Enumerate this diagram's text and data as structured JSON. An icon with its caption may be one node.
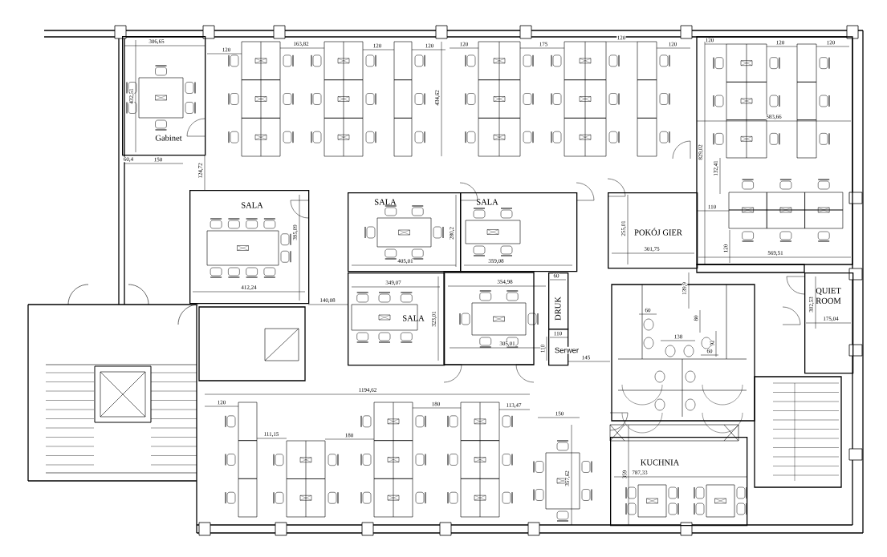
{
  "diagram": {
    "nodes": [
      {
        "text": [
          "Gabinet"
        ]
      },
      {
        "text": [
          "SALA"
        ]
      },
      {
        "text": [
          "SALA"
        ]
      },
      {
        "text": [
          "SALA"
        ]
      },
      {
        "text": [
          "POKÓJ GIER"
        ]
      },
      {
        "text": [
          "QUIET ROOM"
        ]
      },
      {
        "text": [
          "DRUK"
        ]
      },
      {
        "text": [
          "SALA"
        ]
      },
      {
        "text": [
          "Serwer"
        ]
      },
      {
        "text": [
          "KUCHNIA"
        ]
      }
    ],
    "labels": [
      "306,65",
      "120",
      "163,82",
      "120",
      "120",
      "120",
      "175",
      "120",
      "120",
      "120",
      "120",
      "120",
      "432,51",
      "434,62",
      "583,66",
      "829,02",
      "132,41",
      "60,4",
      "150",
      "124,72",
      "110",
      "395,09",
      "280,2",
      "255,01",
      "301,75",
      "405,01",
      "359,08",
      "120",
      "569,51",
      "412,24",
      "139,9",
      "349,07",
      "354,98",
      "60",
      "140,08",
      "302,53",
      "175,04",
      "60",
      "80",
      "323,01",
      "138",
      "92",
      "60",
      "305,01",
      "110",
      "110",
      "145",
      "1194,62",
      "120",
      "180",
      "113,47",
      "150",
      "111,15",
      "180",
      "357,62",
      "359",
      "787,33"
    ]
  }
}
